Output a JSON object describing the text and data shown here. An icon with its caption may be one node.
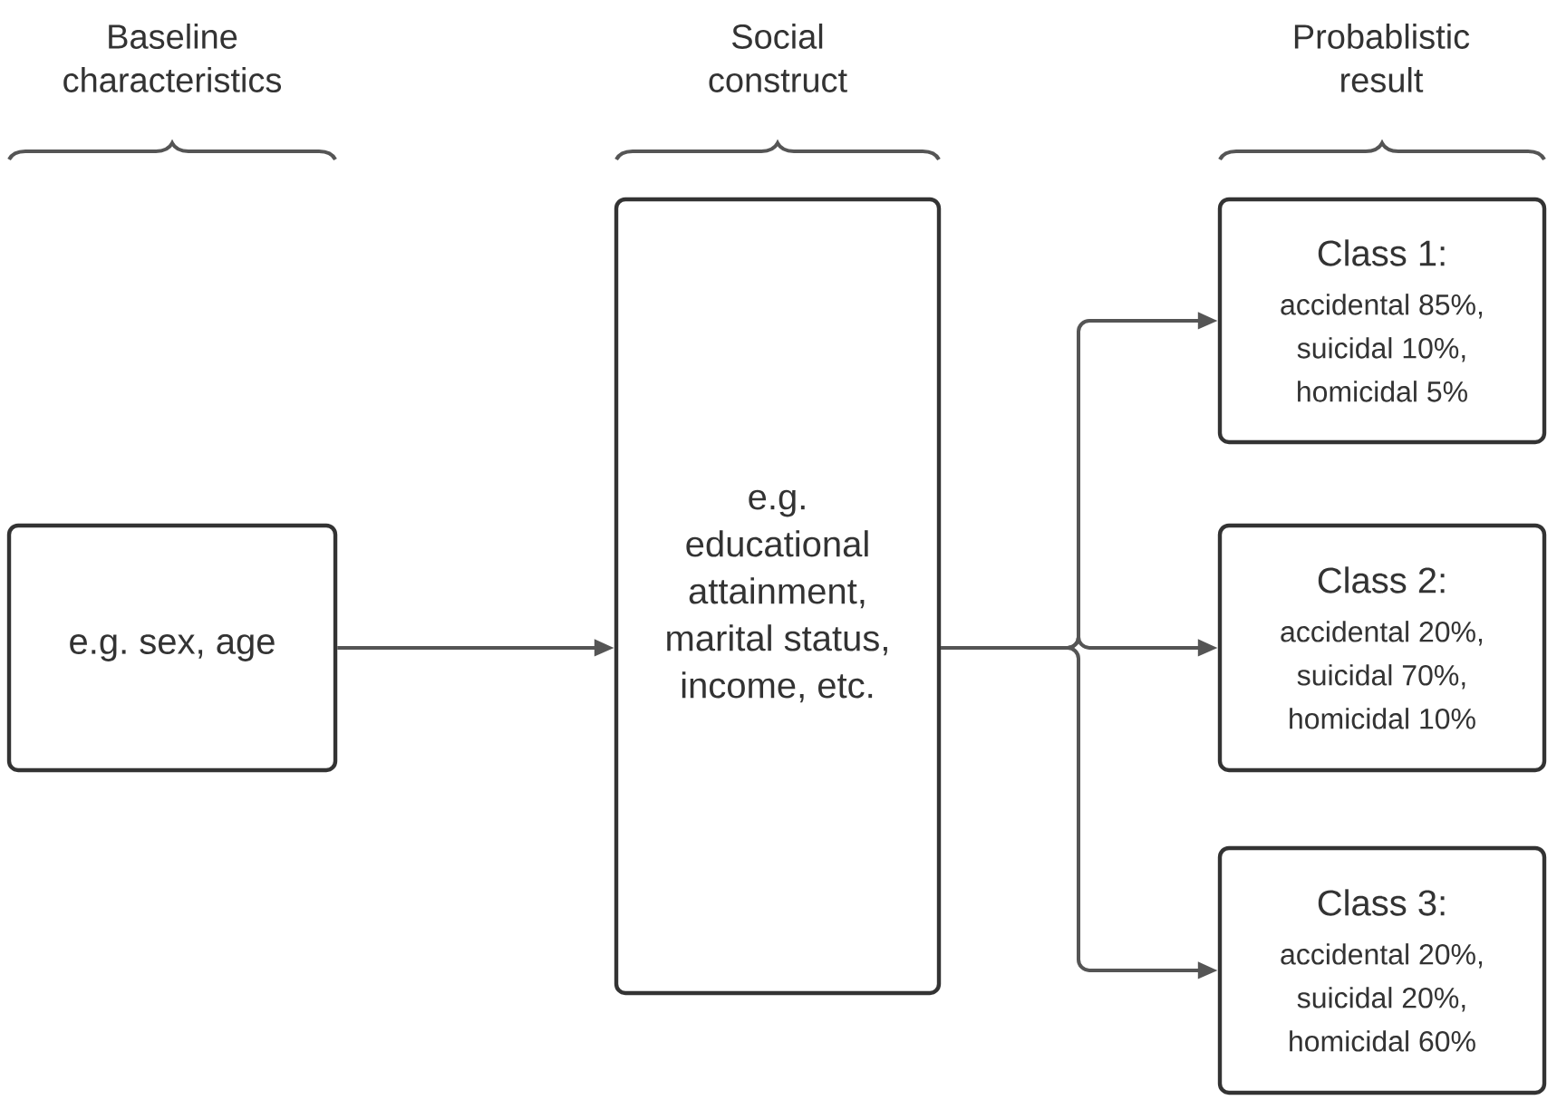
{
  "diagram": {
    "nodes": [
      {
        "text": [
          "e.g. sex, age"
        ]
      },
      {
        "text": [
          "e.g. educational attainment, marital status, income, etc."
        ]
      },
      {
        "text": [
          "Class 1:",
          "accidental 85%, suicidal 10%, homicidal 5%"
        ]
      },
      {
        "text": [
          "Class 2:",
          "accidental 20%, suicidal 70%, homicidal 10%"
        ]
      },
      {
        "text": [
          "Class 3:",
          "accidental 20%, suicidal 20%, homicidal 60%"
        ]
      }
    ],
    "edges": [
      {
        "from": 0,
        "to": 1,
        "arrow": "to"
      },
      {
        "from": 1,
        "to": 2,
        "arrow": "to"
      },
      {
        "from": 1,
        "to": 3,
        "arrow": "to"
      },
      {
        "from": 1,
        "to": 4,
        "arrow": "to"
      }
    ],
    "labels": [
      "Baseline characteristics",
      "Social construct",
      "Probablistic result"
    ]
  }
}
